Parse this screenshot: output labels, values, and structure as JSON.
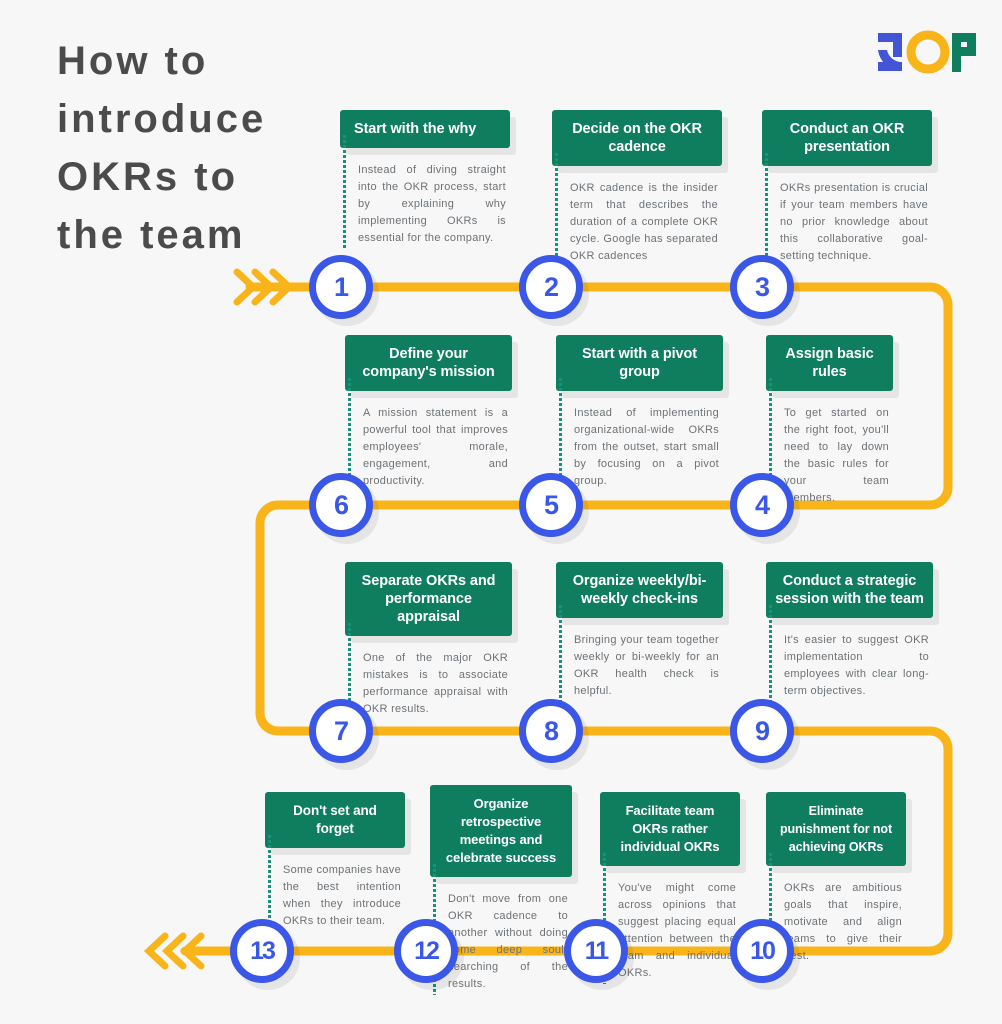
{
  "title": "How to\nintroduce\nOKRs to\nthe team",
  "logo": {
    "text": "JOP",
    "letters": [
      "J",
      "O",
      "P"
    ],
    "colors": {
      "j": "#4255d4",
      "o": "#f9b419",
      "p": "#0f7e5e"
    }
  },
  "theme": {
    "background": "#f7f7f7",
    "header_green": "#0f7e5e",
    "circle_blue": "#3a57e8",
    "path_yellow": "#f9b419",
    "dotted_teal": "#16937b",
    "title_gray": "#4b4b4b",
    "body_gray": "#6d7276"
  },
  "steps": [
    {
      "number": "1",
      "title": "Start with the why",
      "body": "Instead of diving straight into the OKR process, start by explaining why implementing OKRs is essential for the company."
    },
    {
      "number": "2",
      "title": "Decide on the OKR cadence",
      "body": "OKR cadence is the insider term that describes the duration of a complete OKR cycle. Google has separated OKR cadences"
    },
    {
      "number": "3",
      "title": "Conduct an OKR presentation",
      "body": "OKRs presentation is crucial if your team members have no prior knowledge about this collaborative goal-setting technique."
    },
    {
      "number": "4",
      "title": "Assign basic rules",
      "body": "To get started on the right foot, you'll need to lay down the basic rules for your team members."
    },
    {
      "number": "5",
      "title": "Start with a pivot group",
      "body": "Instead of implementing organizational-wide OKRs from the outset, start small by focusing on a pivot group."
    },
    {
      "number": "6",
      "title": "Define your company's mission",
      "body": "A mission statement is a powerful tool that improves employees' morale, engagement, and productivity."
    },
    {
      "number": "7",
      "title": "Separate OKRs and performance appraisal",
      "body": "One of the major OKR mistakes is to associate performance appraisal with OKR results."
    },
    {
      "number": "8",
      "title": "Organize weekly/bi-weekly check-ins",
      "body": "Bringing your team together weekly or bi-weekly for an OKR health check is helpful."
    },
    {
      "number": "9",
      "title": "Conduct a strategic session with the team",
      "body": "It's easier to suggest OKR implementation to employees with clear long-term objectives."
    },
    {
      "number": "10",
      "title": "Eliminate punishment for not achieving OKRs",
      "body": "OKRs are ambitious goals that inspire, motivate and align teams to give their best."
    },
    {
      "number": "11",
      "title": "Facilitate team OKRs rather individual OKRs",
      "body": "You've might come across opinions that suggest placing equal attention between the team and individual OKRs."
    },
    {
      "number": "12",
      "title": "Organize retrospective meetings and celebrate success",
      "body": "Don't move from one OKR cadence to another without doing some deep soul-searching of the results."
    },
    {
      "number": "13",
      "title": "Don't set and forget",
      "body": "Some companies have the best intention when they introduce OKRs to their team."
    }
  ]
}
